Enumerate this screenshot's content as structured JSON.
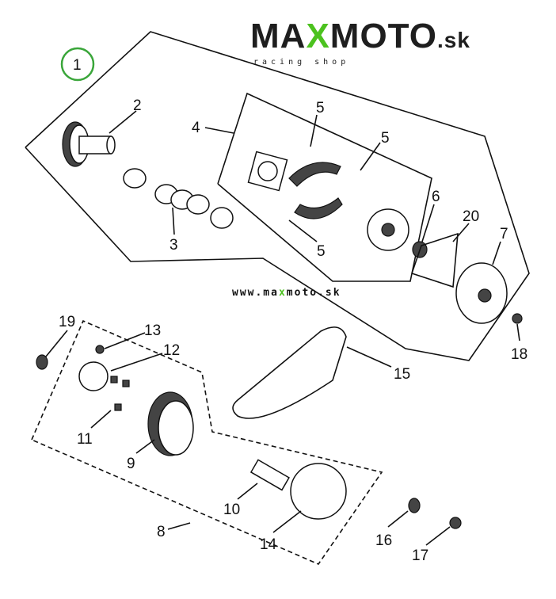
{
  "logo": {
    "pre": "MA",
    "x": "X",
    "post": "MOTO",
    "suffix": ".sk",
    "tagline": "racing shop"
  },
  "website": {
    "pre": "www.ma",
    "x": "x",
    "post": "moto.sk"
  },
  "callouts": {
    "c1": "1",
    "c2": "2",
    "c3": "3",
    "c4": "4",
    "c5a": "5",
    "c5b": "5",
    "c5c": "5",
    "c6": "6",
    "c7": "7",
    "c8": "8",
    "c9": "9",
    "c10": "10",
    "c11": "11",
    "c12": "12",
    "c13": "13",
    "c14": "14",
    "c15": "15",
    "c16": "16",
    "c17": "17",
    "c18": "18",
    "c19": "19",
    "c20": "20"
  },
  "colors": {
    "accent": "#4cc21f",
    "highlight_circle": "#3aa63a"
  }
}
